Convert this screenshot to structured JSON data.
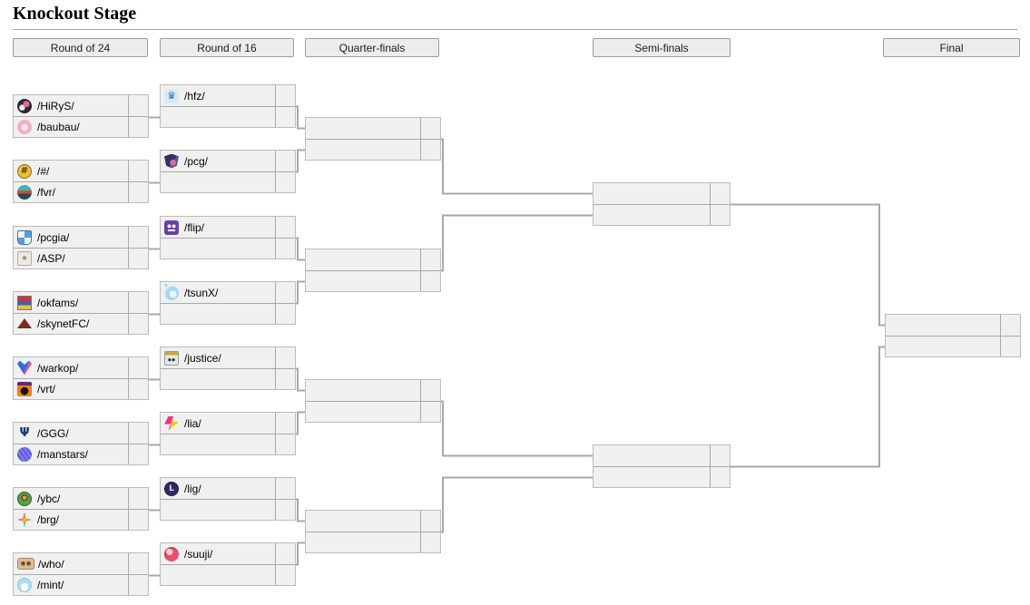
{
  "page": {
    "title": "Knockout Stage"
  },
  "rounds": [
    {
      "label": "Round of 24"
    },
    {
      "label": "Round of 16"
    },
    {
      "label": "Quarter-finals"
    },
    {
      "label": "Semi-finals"
    },
    {
      "label": "Final"
    }
  ],
  "colors": {
    "box_bg": "#f0f0f0",
    "box_border": "#bcbcbc",
    "connector": "#a8a8a8",
    "header_bg": "#ececec"
  },
  "bracket": {
    "round_of_24": [
      {
        "teams": [
          {
            "name": "/HiRyS/",
            "icon": "hirys",
            "score": ""
          },
          {
            "name": "/baubau/",
            "icon": "baubau",
            "score": ""
          }
        ]
      },
      {
        "teams": [
          {
            "name": "/#/",
            "icon": "hash",
            "score": ""
          },
          {
            "name": "/fvr/",
            "icon": "fvr",
            "score": ""
          }
        ]
      },
      {
        "teams": [
          {
            "name": "/pcgia/",
            "icon": "pcgia",
            "score": ""
          },
          {
            "name": "/ASP/",
            "icon": "asp",
            "score": ""
          }
        ]
      },
      {
        "teams": [
          {
            "name": "/okfams/",
            "icon": "okfams",
            "score": ""
          },
          {
            "name": "/skynetFC/",
            "icon": "skynetfc",
            "score": ""
          }
        ]
      },
      {
        "teams": [
          {
            "name": "/warkop/",
            "icon": "warkop",
            "score": ""
          },
          {
            "name": "/vrt/",
            "icon": "vrt",
            "score": ""
          }
        ]
      },
      {
        "teams": [
          {
            "name": "/GGG/",
            "icon": "ggg",
            "score": ""
          },
          {
            "name": "/manstars/",
            "icon": "manstars",
            "score": ""
          }
        ]
      },
      {
        "teams": [
          {
            "name": "/ybc/",
            "icon": "ybc",
            "score": ""
          },
          {
            "name": "/brg/",
            "icon": "brg",
            "score": ""
          }
        ]
      },
      {
        "teams": [
          {
            "name": "/who/",
            "icon": "who",
            "score": ""
          },
          {
            "name": "/mint/",
            "icon": "mint",
            "score": ""
          }
        ]
      }
    ],
    "round_of_16": [
      {
        "teams": [
          {
            "name": "/hfz/",
            "icon": "hfz",
            "score": ""
          },
          {
            "name": "",
            "icon": null,
            "score": ""
          }
        ]
      },
      {
        "teams": [
          {
            "name": "/pcg/",
            "icon": "pcg",
            "score": ""
          },
          {
            "name": "",
            "icon": null,
            "score": ""
          }
        ]
      },
      {
        "teams": [
          {
            "name": "/flip/",
            "icon": "flip",
            "score": ""
          },
          {
            "name": "",
            "icon": null,
            "score": ""
          }
        ]
      },
      {
        "teams": [
          {
            "name": "/tsunX/",
            "icon": "tsunx",
            "score": ""
          },
          {
            "name": "",
            "icon": null,
            "score": ""
          }
        ]
      },
      {
        "teams": [
          {
            "name": "/justice/",
            "icon": "justice",
            "score": ""
          },
          {
            "name": "",
            "icon": null,
            "score": ""
          }
        ]
      },
      {
        "teams": [
          {
            "name": "/lia/",
            "icon": "lia",
            "score": ""
          },
          {
            "name": "",
            "icon": null,
            "score": ""
          }
        ]
      },
      {
        "teams": [
          {
            "name": "/lig/",
            "icon": "lig",
            "score": ""
          },
          {
            "name": "",
            "icon": null,
            "score": ""
          }
        ]
      },
      {
        "teams": [
          {
            "name": "/suuji/",
            "icon": "suuji",
            "score": ""
          },
          {
            "name": "",
            "icon": null,
            "score": ""
          }
        ]
      }
    ],
    "quarter_finals": [
      {
        "teams": [
          {
            "name": "",
            "icon": null,
            "score": ""
          },
          {
            "name": "",
            "icon": null,
            "score": ""
          }
        ]
      },
      {
        "teams": [
          {
            "name": "",
            "icon": null,
            "score": ""
          },
          {
            "name": "",
            "icon": null,
            "score": ""
          }
        ]
      },
      {
        "teams": [
          {
            "name": "",
            "icon": null,
            "score": ""
          },
          {
            "name": "",
            "icon": null,
            "score": ""
          }
        ]
      },
      {
        "teams": [
          {
            "name": "",
            "icon": null,
            "score": ""
          },
          {
            "name": "",
            "icon": null,
            "score": ""
          }
        ]
      }
    ],
    "semi_finals": [
      {
        "teams": [
          {
            "name": "",
            "icon": null,
            "score": ""
          },
          {
            "name": "",
            "icon": null,
            "score": ""
          }
        ]
      },
      {
        "teams": [
          {
            "name": "",
            "icon": null,
            "score": ""
          },
          {
            "name": "",
            "icon": null,
            "score": ""
          }
        ]
      }
    ],
    "final": [
      {
        "teams": [
          {
            "name": "",
            "icon": null,
            "score": ""
          },
          {
            "name": "",
            "icon": null,
            "score": ""
          }
        ]
      }
    ]
  }
}
